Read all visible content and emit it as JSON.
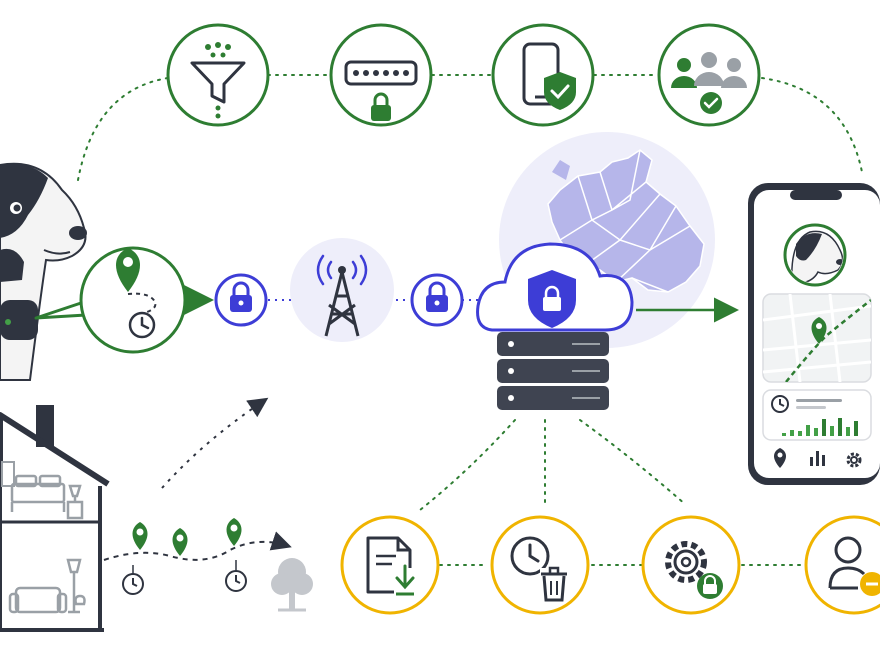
{
  "colors": {
    "green": "#2e7d32",
    "green_light": "#43a047",
    "yellow": "#f0b400",
    "blue": "#3d3dd6",
    "purple_soft": "#eeeefa",
    "dark": "#2f3440",
    "grey": "#9aa0a6"
  },
  "top_row": [
    {
      "name": "data-minimization-funnel",
      "icon": "funnel-icon"
    },
    {
      "name": "password-lock",
      "icon": "password-lock-icon"
    },
    {
      "name": "verified-phone",
      "icon": "phone-shield-icon"
    },
    {
      "name": "approved-users",
      "icon": "user-group-check-icon"
    }
  ],
  "bottom_row": [
    {
      "name": "data-export",
      "icon": "document-download-icon"
    },
    {
      "name": "retention-delete",
      "icon": "clock-trash-icon"
    },
    {
      "name": "secure-settings",
      "icon": "gear-lock-icon"
    },
    {
      "name": "remove-user",
      "icon": "user-remove-icon"
    }
  ],
  "pipeline": [
    "dog-with-collar",
    "location-time",
    "encryption-lock",
    "cell-tower",
    "encryption-lock",
    "secure-cloud-server",
    "phone-app"
  ],
  "phone_tabs": [
    "location-pin-icon",
    "bar-chart-icon",
    "gear-icon"
  ],
  "activity_bars": [
    0.15,
    0.3,
    0.25,
    0.55,
    0.4,
    0.85,
    0.5,
    0.9,
    0.45,
    0.75
  ]
}
